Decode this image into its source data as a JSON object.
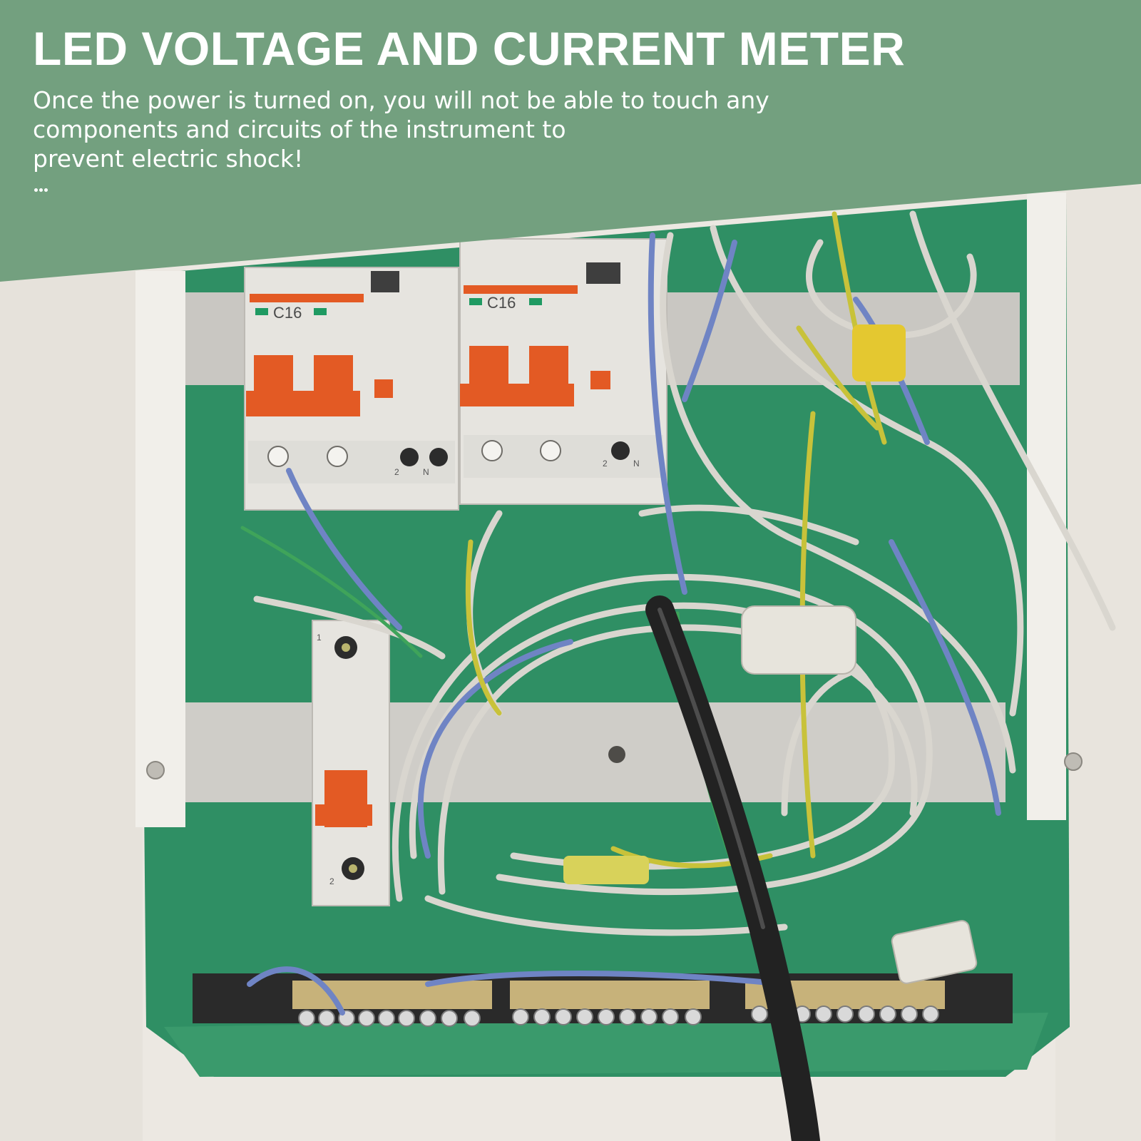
{
  "banner": {
    "color": "#73a07f",
    "title": "LED VOLTAGE AND CURRENT METER",
    "description_lines": [
      "Once the power is turned on, you will not be able to touch any",
      "components and circuits of the instrument to",
      "prevent electric shock!"
    ]
  },
  "photo": {
    "breaker_labels": [
      "C16",
      "C16"
    ],
    "terminal_labels": [
      "2",
      "N",
      "2",
      "N",
      "1",
      "2"
    ],
    "colors": {
      "wall": "#ece8e2",
      "enclosure_green": "#2f8f64",
      "breaker_orange": "#e35a24",
      "breaker_body": "#e6e4df",
      "wire_white": "#d9d6cf",
      "wire_blue": "#6f84c4",
      "wire_yellow_green": "#c8c23a",
      "cable_black": "#222222"
    }
  }
}
